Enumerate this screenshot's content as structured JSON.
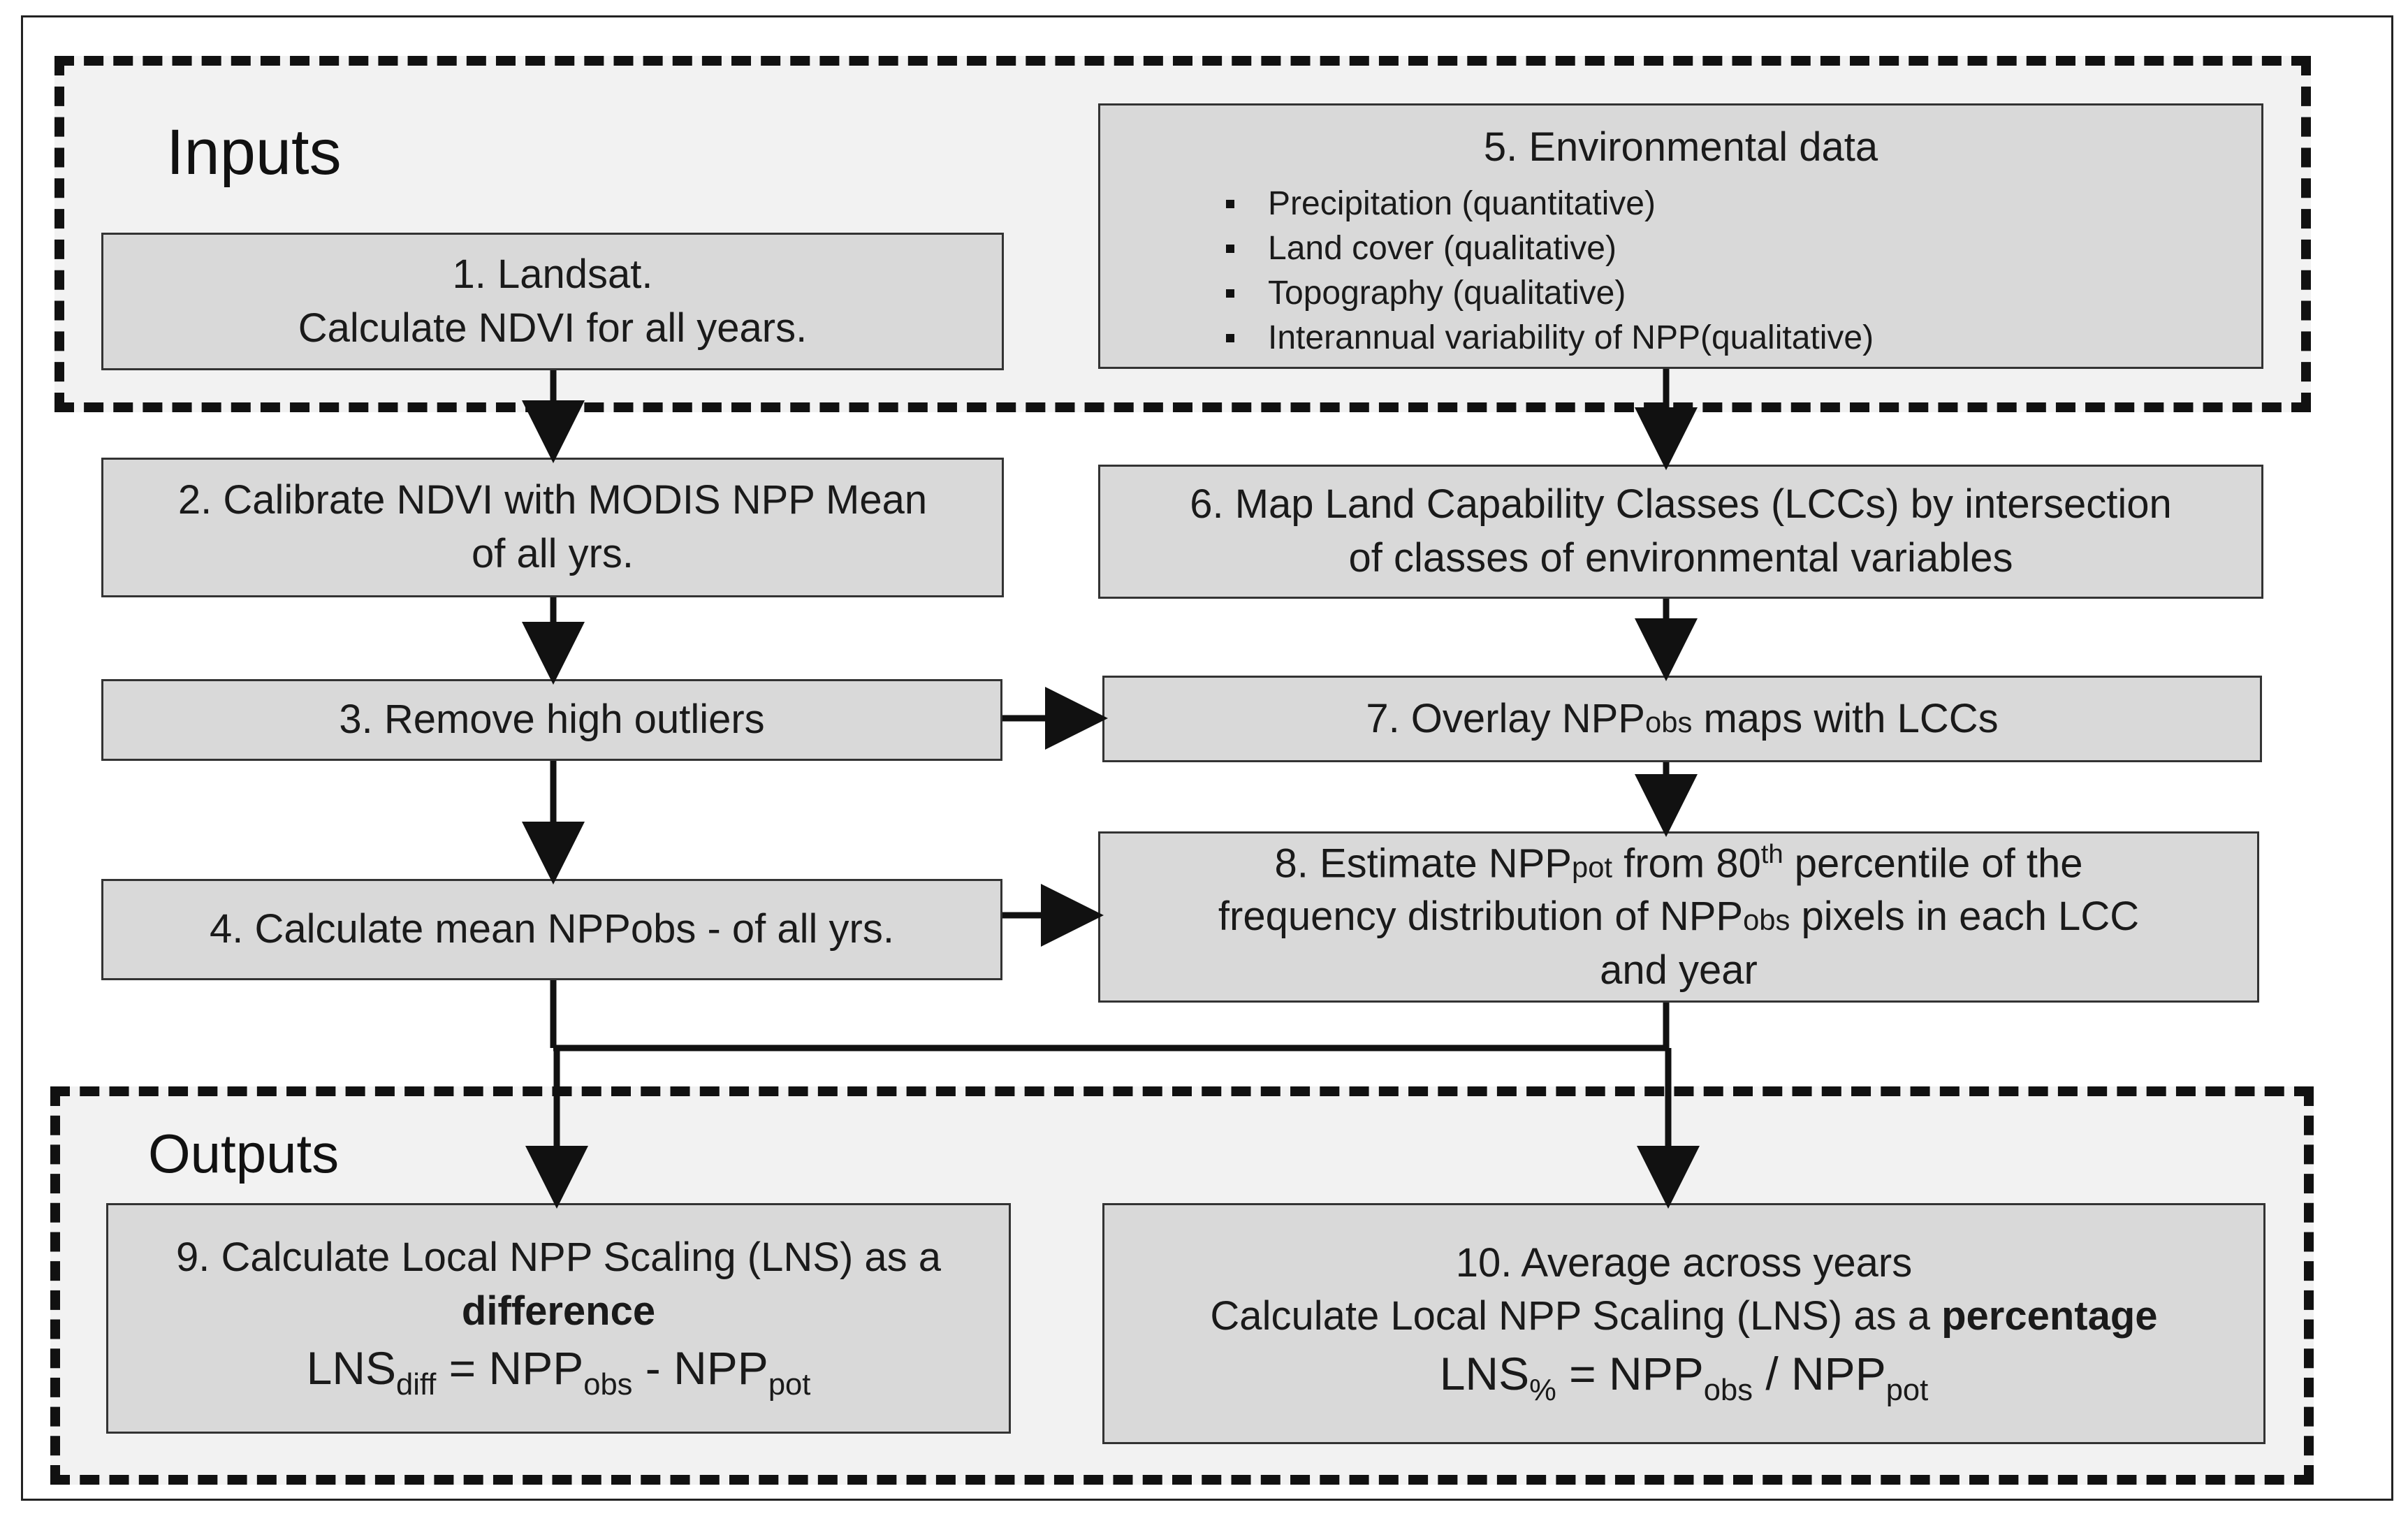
{
  "sections": {
    "inputs_label": "Inputs",
    "outputs_label": "Outputs"
  },
  "boxes": {
    "b1": {
      "line1": "1.  Landsat.",
      "line2": "Calculate NDVI for all years."
    },
    "b2": {
      "line1": "2. Calibrate NDVI with MODIS NPP Mean",
      "line2": "of all yrs."
    },
    "b3": {
      "text": "3. Remove high outliers"
    },
    "b4": {
      "text": "4. Calculate mean NPPobs - of all yrs."
    },
    "b5": {
      "title": "5. Environmental data",
      "items": [
        "Precipitation (quantitative)",
        "Land cover (qualitative)",
        "Topography (qualitative)",
        "Interannual variability of NPP(qualitative)"
      ]
    },
    "b6": {
      "line1": "6. Map Land Capability Classes (LCCs) by intersection",
      "line2": "of classes of environmental variables"
    },
    "b7": {
      "pre": "7. Overlay NPP",
      "sub": "obs",
      "post": " maps with LCCs"
    },
    "b8": {
      "l1_pre": "8. Estimate NPP",
      "l1_sub": "pot",
      "l1_mid": " from 80",
      "l1_sup": "th",
      "l1_post": " percentile of the",
      "l2_pre": "frequency distribution of NPP",
      "l2_sub": "obs",
      "l2_post": " pixels in each LCC",
      "l3": "and year"
    },
    "b9": {
      "line1": "9. Calculate Local NPP Scaling (LNS) as a",
      "bold": "difference",
      "f_lns": "LNS",
      "f_lns_sub": "diff",
      "f_eq": " = NPP",
      "f_obs": "obs",
      "f_minus": " - NPP",
      "f_pot": "pot"
    },
    "b10": {
      "line1": "10. Average across years",
      "line2_pre": "Calculate Local NPP Scaling (LNS) as a ",
      "bold": "percentage",
      "f_lns": "LNS",
      "f_lns_sub": "%",
      "f_eq": " = NPP",
      "f_obs": "obs",
      "f_div": " / NPP",
      "f_pot": "pot"
    }
  },
  "colors": {
    "box_fill": "#d9d9d9",
    "band_fill": "#f2f2f2",
    "stroke": "#111111"
  }
}
